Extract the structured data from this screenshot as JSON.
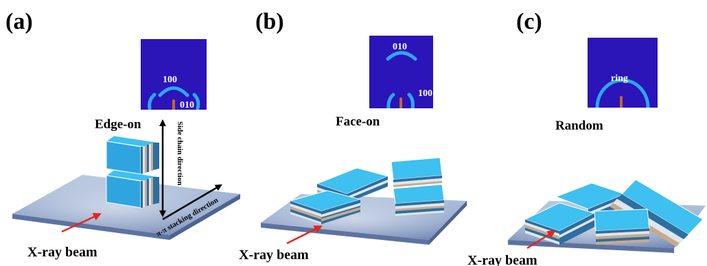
{
  "panels": [
    {
      "letter": "(a)",
      "orientation": "Edge-on",
      "pattern_labels": [
        "100",
        "010"
      ],
      "beam_label": "X-ray beam",
      "side_chain_direction": "Side chain direction",
      "stacking_direction": "π-π stacking direction"
    },
    {
      "letter": "(b)",
      "orientation": "Face-on",
      "pattern_labels": [
        "010",
        "100"
      ],
      "beam_label": "X-ray beam"
    },
    {
      "letter": "(c)",
      "orientation": "Random",
      "pattern_labels": [
        "ring"
      ],
      "beam_label": "X-ray beam"
    }
  ],
  "colors": {
    "pattern_background": "#2b14b8",
    "diffraction_arc": "#2fa6f0",
    "beamstop": "#c8662a",
    "layer_top": "#3ec0f0",
    "layer_dark": "#2d6f9e",
    "layer_light": "#dfe6ee",
    "layer_tan": "#c9a98e",
    "substrate": "#8ea3c8",
    "beam_arrow": "#e8231c"
  }
}
